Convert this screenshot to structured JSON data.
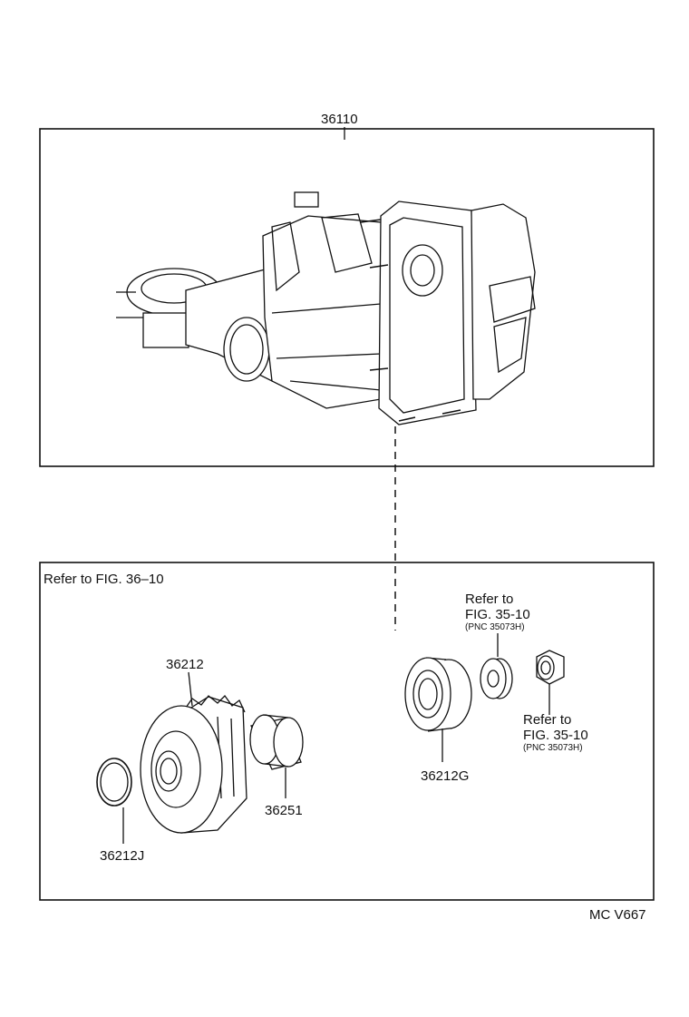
{
  "title_part": "36110",
  "box_label": "Refer to FIG. 36–10",
  "parts": {
    "gear": "36212",
    "snap_ring": "36212J",
    "bushing": "36251",
    "bearing": "36212G"
  },
  "ref_upper": {
    "line1": "Refer to",
    "line2": "FIG. 35-10",
    "line3": "(PNC  35073H)"
  },
  "ref_lower": {
    "line1": "Refer to",
    "line2": "FIG. 35-10",
    "line3": "(PNC  35073H)"
  },
  "footer_code": "MC  V667"
}
